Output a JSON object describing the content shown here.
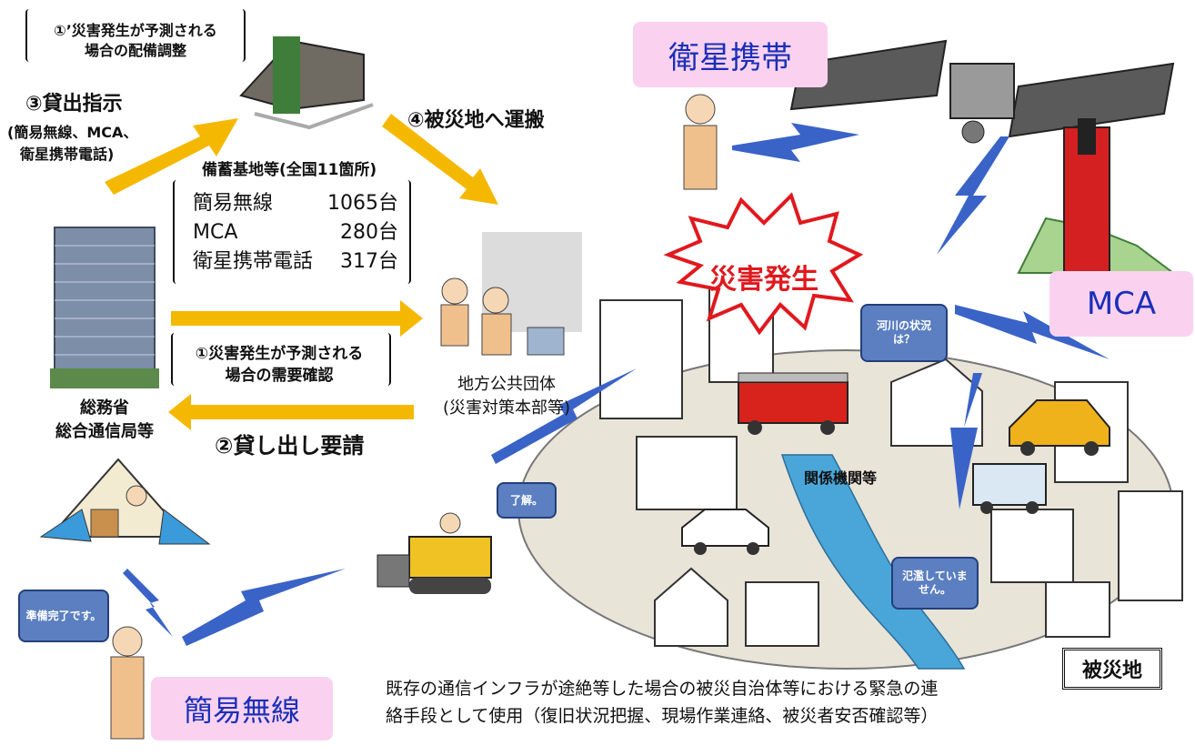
{
  "top_note": {
    "line1": "①’災害発生が予測される",
    "line2": "場合の配備調整"
  },
  "step3": {
    "title": "③貸出指示",
    "detail1": "(簡易無線、MCA、",
    "detail2": "衛星携帯電話)"
  },
  "step4": {
    "title": "④被災地へ運搬"
  },
  "depot": {
    "caption": "備蓄基地等(全国11箇所)"
  },
  "inventory": [
    {
      "name": "簡易無線",
      "count": "1065台"
    },
    {
      "name": "MCA",
      "count": "280台"
    },
    {
      "name": "衛星携帯電話",
      "count": "317台"
    }
  ],
  "step1": {
    "line1": "①災害発生が予測される",
    "line2": "場合の需要確認"
  },
  "step2": {
    "title": "②貸し出し要請"
  },
  "ministry": {
    "line1": "総務省",
    "line2": "総合通信局等"
  },
  "local_gov": {
    "line1": "地方公共団体",
    "line2": "(災害対策本部等)"
  },
  "labels": {
    "satellite": "衛星携帯",
    "mca": "MCA",
    "simple_radio": "簡易無線"
  },
  "disaster_burst": "災害発生",
  "related_agencies": "関係機関等",
  "disaster_area": "被災地",
  "bubbles": {
    "river": "河川の状況は？",
    "roger": "了解。",
    "ready": "準備完了です。",
    "no_flood": "氾濫していません。"
  },
  "footer": {
    "line1": "既存の通信インフラが途絶等した場合の被災自治体等における緊急の連",
    "line2": "絡手段として使用（復旧状況把握、現場作業連絡、被災者安否確認等）"
  },
  "colors": {
    "arrow": "#f5b800",
    "lightning": "#3a63c8",
    "label_bg": "#fad2f0",
    "label_text": "#1a2fb8",
    "burst_text": "#e0191e"
  }
}
